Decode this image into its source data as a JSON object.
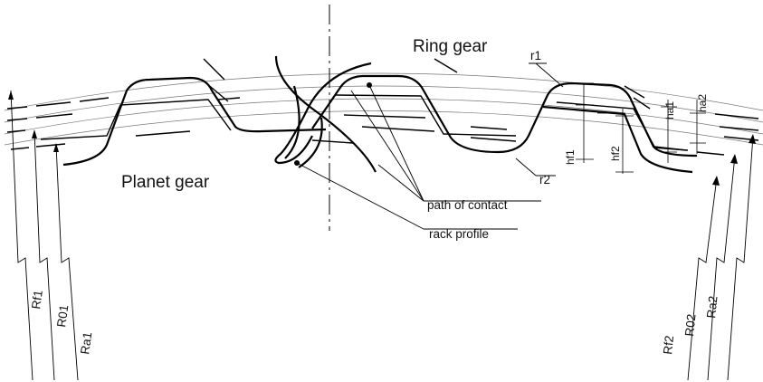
{
  "labels": {
    "ring_gear": "Ring gear",
    "planet_gear": "Planet gear",
    "path_of_contact": "path of contact",
    "rack_profile": "rack profile",
    "r1": "r1",
    "r2": "r2",
    "ha1": "ha1",
    "ha2": "ha2",
    "hf1": "hf1",
    "hf2": "hf2",
    "Rf1": "Rf1",
    "R01": "R01",
    "Ra1": "Ra1",
    "Rf2": "Rf2",
    "R02": "R02",
    "Ra2": "Ra2"
  },
  "colors": {
    "ink": "#000000",
    "background": "#ffffff"
  }
}
